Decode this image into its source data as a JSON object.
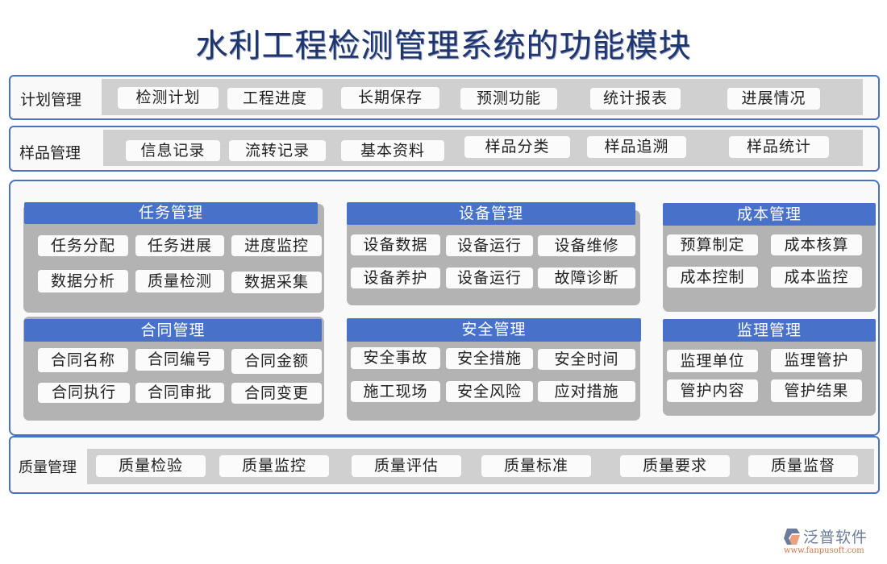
{
  "title": "水利工程检测管理系统的功能模块",
  "rows": {
    "plan": {
      "label": "计划管理",
      "items": [
        "检测计划",
        "工程进度",
        "长期保存",
        "预测功能",
        "统计报表",
        "进展情况"
      ]
    },
    "sample": {
      "label": "样品管理",
      "items": [
        "信息记录",
        "流转记录",
        "基本资料",
        "样品分类",
        "样品追溯",
        "样品统计"
      ]
    },
    "quality": {
      "label": "质量管理",
      "items": [
        "质量检验",
        "质量监控",
        "质量评估",
        "质量标准",
        "质量要求",
        "质量监督"
      ]
    }
  },
  "modules": {
    "task": {
      "title": "任务管理",
      "items": [
        "任务分配",
        "任务进展",
        "进度监控",
        "数据分析",
        "质量检测",
        "数据采集"
      ]
    },
    "equipment": {
      "title": "设备管理",
      "items": [
        "设备数据",
        "设备运行",
        "设备维修",
        "设备养护",
        "设备运行",
        "故障诊断"
      ]
    },
    "cost": {
      "title": "成本管理",
      "items": [
        "预算制定",
        "成本核算",
        "成本控制",
        "成本监控"
      ]
    },
    "contract": {
      "title": "合同管理",
      "items": [
        "合同名称",
        "合同编号",
        "合同金额",
        "合同执行",
        "合同审批",
        "合同变更"
      ]
    },
    "safety": {
      "title": "安全管理",
      "items": [
        "安全事故",
        "安全措施",
        "安全时间",
        "施工现场",
        "安全风险",
        "应对措施"
      ]
    },
    "supervision": {
      "title": "监理管理",
      "items": [
        "监理单位",
        "监理管护",
        "管护内容",
        "管护结果"
      ]
    }
  },
  "logo": {
    "name": "泛普软件",
    "url": "www.fanpusoft.com",
    "icon": "fanpu-logo-icon"
  },
  "colors": {
    "panel_border": "#4a72c4",
    "module_header": "#4872c9",
    "module_bg": "#b3b3b3",
    "strip_bg": "#d0d0d0",
    "title_color": "#1e3570"
  }
}
